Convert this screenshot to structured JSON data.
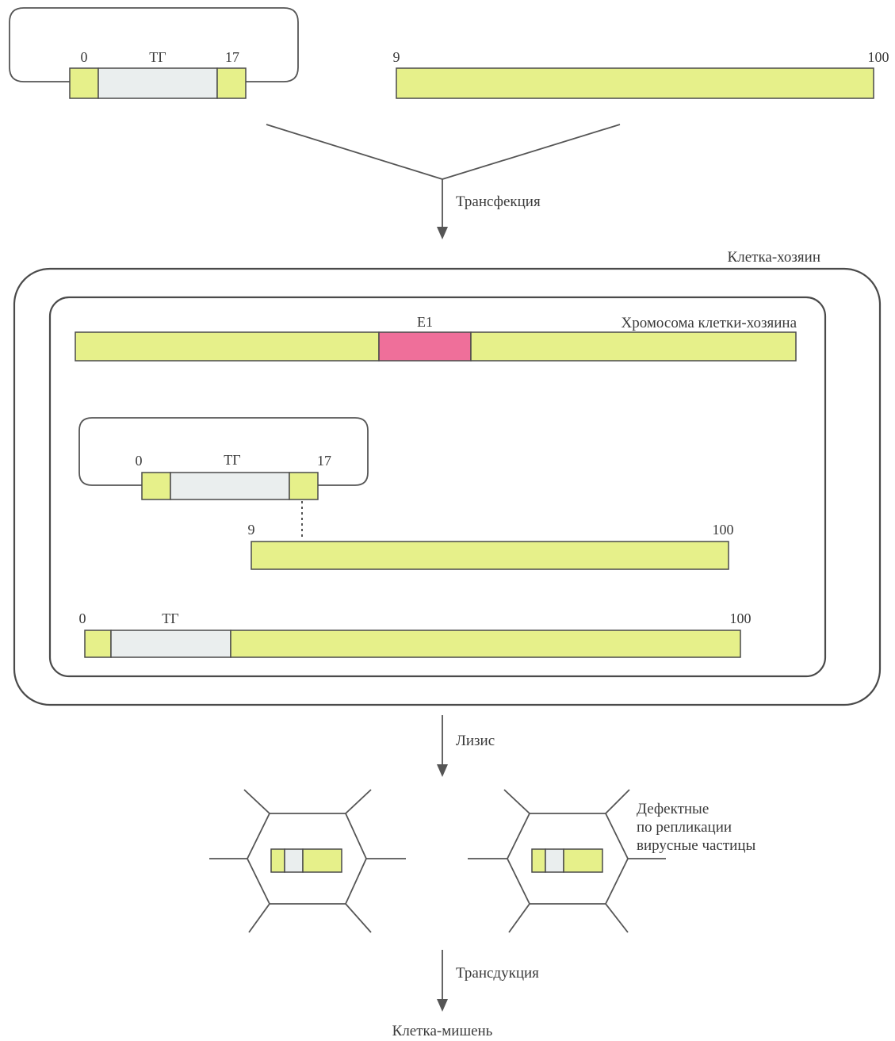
{
  "top": {
    "plasmid": {
      "start": "0",
      "insert": "ТГ",
      "end": "17"
    },
    "fragment": {
      "start": "9",
      "end": "100"
    }
  },
  "steps": {
    "transfection": "Трансфекция",
    "lysis": "Лизис",
    "transduction": "Трансдукция"
  },
  "host_cell": {
    "label": "Клетка-хозяин",
    "chromosome": {
      "label": "Хромосома клетки-хозяина",
      "gene": "E1"
    },
    "plasmid": {
      "start": "0",
      "insert": "ТГ",
      "end": "17"
    },
    "fragment": {
      "start": "9",
      "end": "100"
    },
    "recombinant": {
      "start": "0",
      "insert": "ТГ",
      "end": "100"
    }
  },
  "particles": {
    "label_line1": "Дефектные",
    "label_line2": "по репликации",
    "label_line3": "вирусные частицы"
  },
  "target": "Клетка-мишень",
  "colors": {
    "genome_yellow": "#e6f08a",
    "transgene_grey": "#eaeeee",
    "e1_pink": "#ef6f9a"
  }
}
